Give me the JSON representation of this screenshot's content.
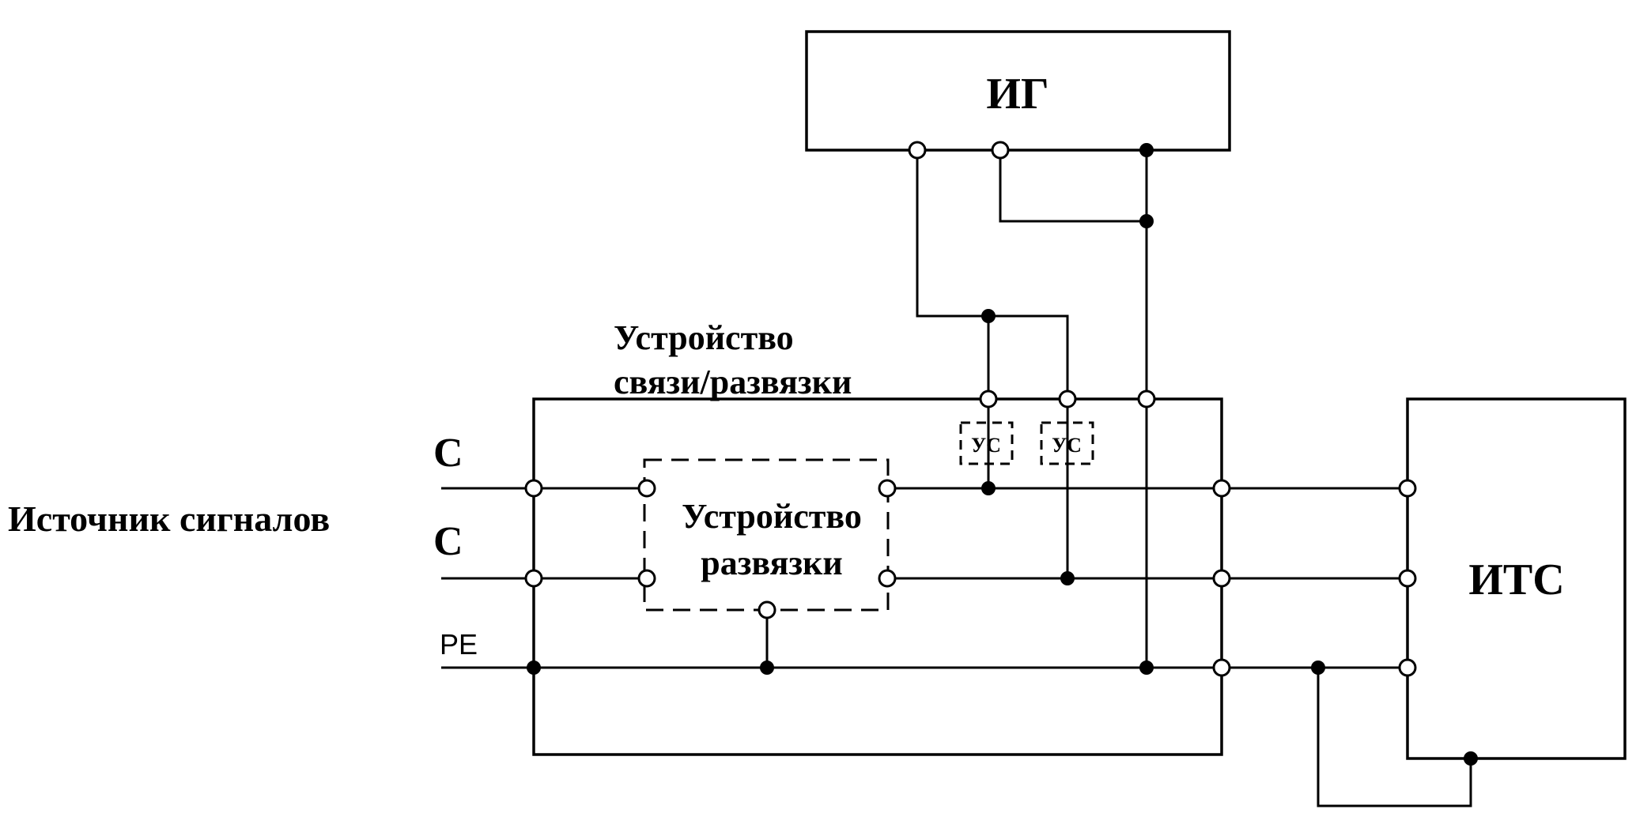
{
  "labels": {
    "ig": "ИГ",
    "its": "ИТС",
    "coupling_title_line1": "Устройство",
    "coupling_title_line2": "связи/развязки",
    "decoupling_line1": "Устройство",
    "decoupling_line2": "развязки",
    "source": "Источник сигналов",
    "line_c1": "С",
    "line_c2": "С",
    "line_pe": "PE",
    "us1": "УС",
    "us2": "УС"
  }
}
